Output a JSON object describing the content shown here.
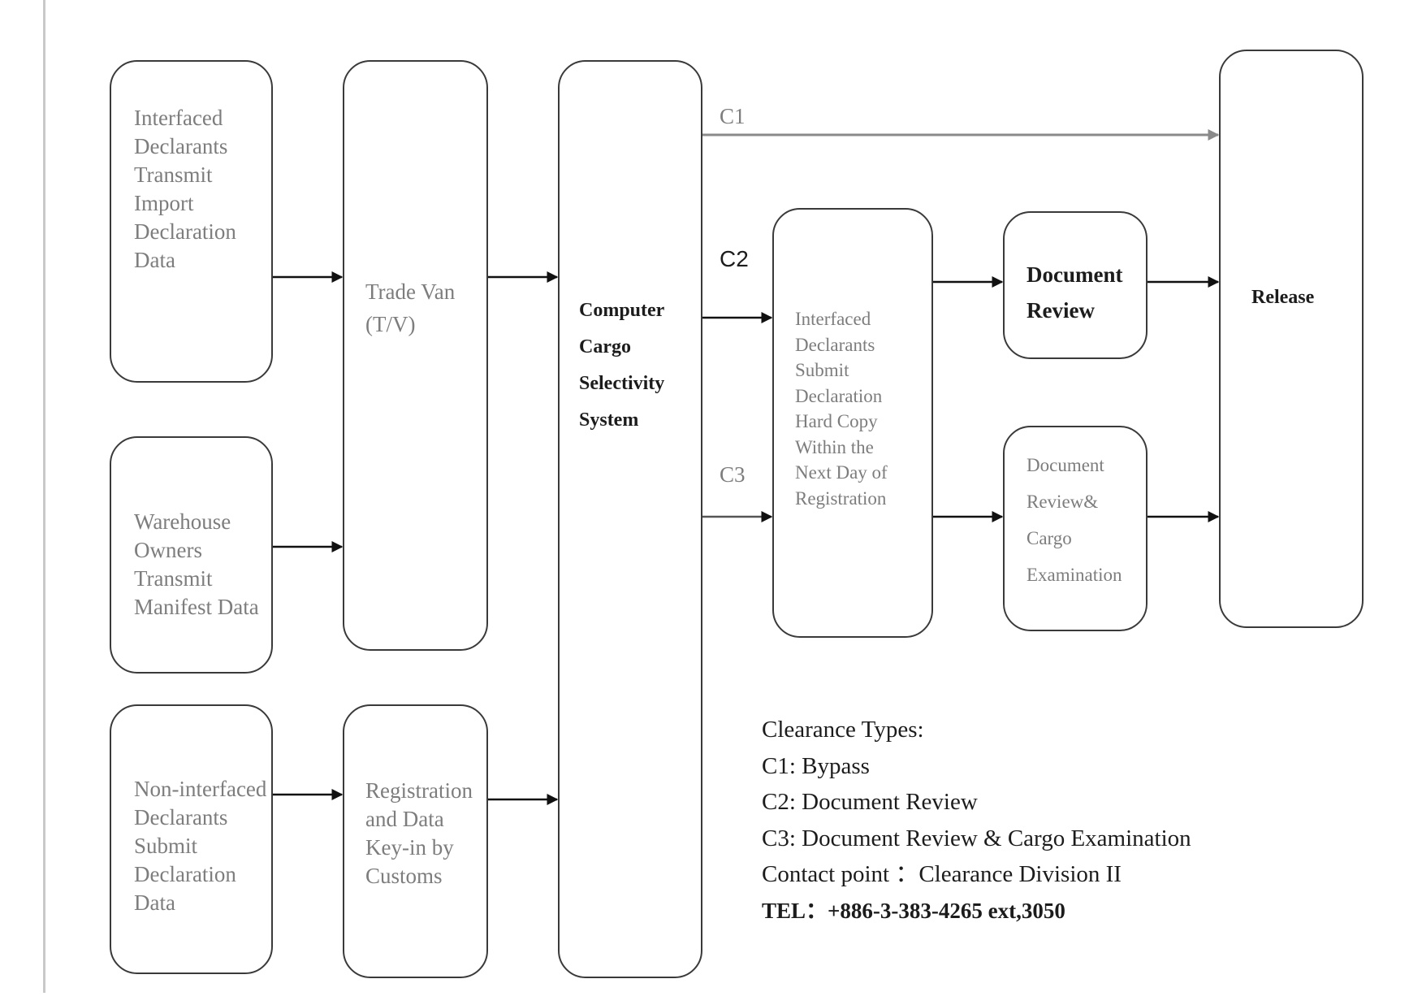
{
  "boxes": {
    "interfaced_transmit": "Interfaced\nDeclarants\nTransmit\nImport\nDeclaration\nData",
    "warehouse_transmit": "Warehouse\nOwners\nTransmit\nManifest Data",
    "noninterfaced_submit": "Non-interfaced\nDeclarants\nSubmit\nDeclaration\nData",
    "trade_van": "Trade Van\n(T/V)",
    "registration_keyin": "Registration\nand Data\nKey-in by\nCustoms",
    "cargo_selectivity": "Computer\nCargo\nSelectivity\nSystem",
    "hard_copy": "Interfaced\nDeclarants\nSubmit\nDeclaration\nHard Copy\nWithin the\nNext Day of\nRegistration",
    "document_review": "Document\nReview",
    "doc_review_exam": "Document\nReview&\nCargo\nExamination",
    "release": "Release"
  },
  "arrow_labels": {
    "c1": "C1",
    "c2": "C2",
    "c3": "C3"
  },
  "legend": {
    "heading": "Clearance Types:",
    "c1": "C1: Bypass",
    "c2": "C2: Document Review",
    "c3": "C3: Document Review & Cargo Examination",
    "contact": "Contact point ：Clearance Division II",
    "tel": "TEL：+886-3-383-4265  ext,3050"
  },
  "colors": {
    "box_border": "#3a3a3a",
    "arrow": "#111111",
    "arrow_light": "#9a9a9a",
    "text_gray": "#7d7d7d",
    "text_dark": "#1c1c1c"
  }
}
